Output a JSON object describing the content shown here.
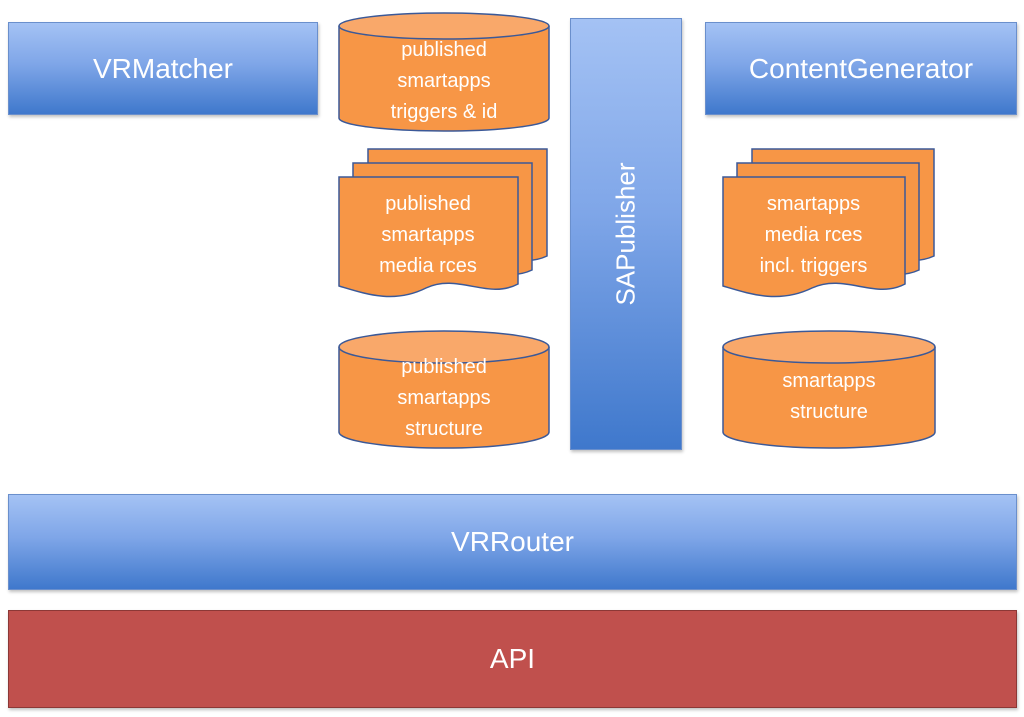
{
  "components": {
    "vrmatcher": "VRMatcher",
    "content_generator": "ContentGenerator",
    "sapublisher": "SAPublisher",
    "vrrouter": "VRRouter",
    "api": "API"
  },
  "stores": {
    "published_triggers": [
      "published",
      "smartapps",
      "triggers & id"
    ],
    "published_media": [
      "published",
      "smartapps",
      "media rces"
    ],
    "published_structure": [
      "published",
      "smartapps",
      "structure"
    ],
    "smartapps_media": [
      "smartapps",
      "media rces",
      "incl. triggers"
    ],
    "smartapps_structure": [
      "smartapps",
      "structure"
    ]
  },
  "colors": {
    "blue_top": "#a4c2f4",
    "blue_bottom": "#3f78cc",
    "orange": "#f79646",
    "orange_border": "#3b5998",
    "api_red": "#c0504d"
  }
}
